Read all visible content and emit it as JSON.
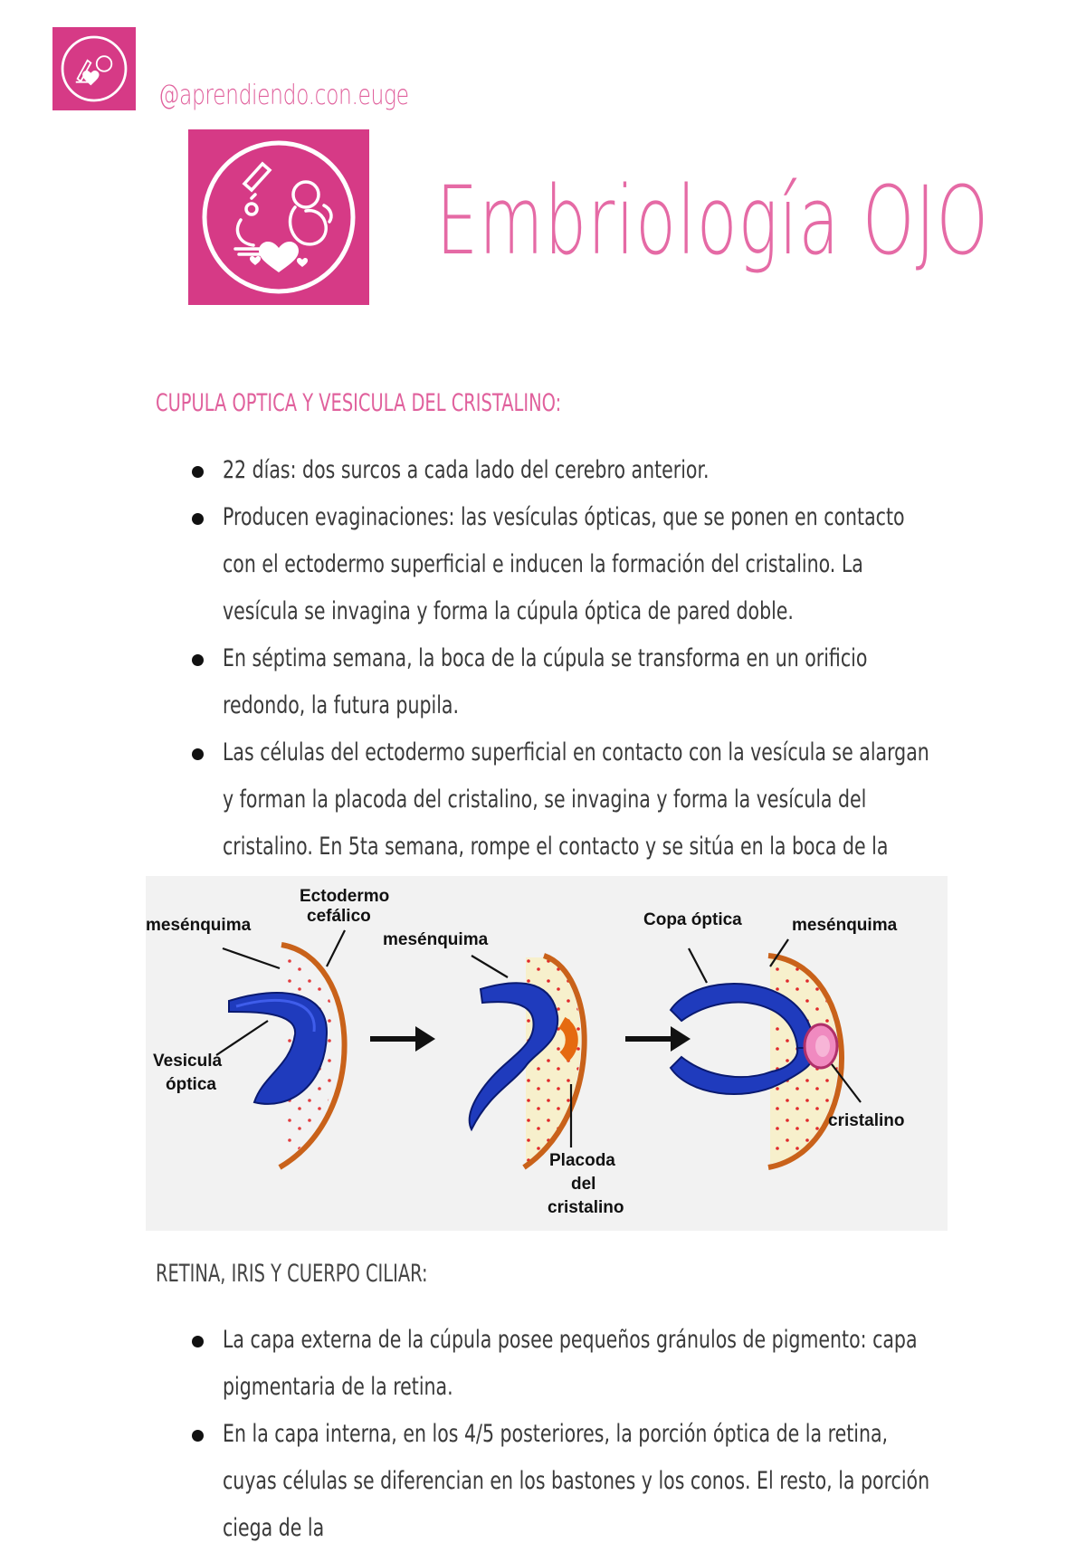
{
  "header": {
    "handle": "@aprendiendo.con.euge",
    "title": "Embriología OJO",
    "brand_color": "#d63a86"
  },
  "section1": {
    "heading": "CUPULA OPTICA Y VESICULA DEL CRISTALINO:",
    "bullets": [
      "22 días: dos surcos a cada lado del cerebro anterior.",
      "Producen evaginaciones: las vesículas ópticas, que se ponen en contacto con el ectodermo superficial e inducen la formación del cristalino. La vesícula se invagina y forma la cúpula óptica de pared doble.",
      "En séptima semana, la boca de la cúpula se transforma en un orificio redondo, la futura pupila.",
      "Las células del ectodermo superficial en contacto con la vesícula se alargan y forman la placoda del cristalino, se invagina y forma la vesícula del cristalino. En 5ta semana, rompe el contacto y se sitúa en la boca de la cúpula óptica."
    ]
  },
  "figure": {
    "labels": {
      "ectodermo": "Ectodermo",
      "cefalico": "cefálico",
      "mesenquima_1": "mesénquima",
      "vesicula": "Vesicula",
      "optica": "óptica",
      "mesenquima_2": "mesénquima",
      "placoda": "Placoda",
      "del": "del",
      "cristalino_1": "cristalino",
      "copa_optica": "Copa óptica",
      "mesenquima_3": "mesénquima",
      "cristalino_2": "cristalino"
    },
    "colors": {
      "neural": "#1f3bbd",
      "ectoderm": "#d0661a",
      "mesenchyme": "#f7f0c8",
      "dots": "#e0292b",
      "lens": "#f08ac0"
    }
  },
  "section2": {
    "heading": "RETINA, IRIS Y CUERPO CILIAR:",
    "bullets": [
      "La capa externa de la cúpula posee pequeños gránulos de pigmento: capa pigmentaria de la retina.",
      "En la capa interna, en los 4/5 posteriores, la porción óptica de la retina, cuyas células se diferencian en los bastones y los conos. El resto, la porción ciega de la"
    ]
  }
}
